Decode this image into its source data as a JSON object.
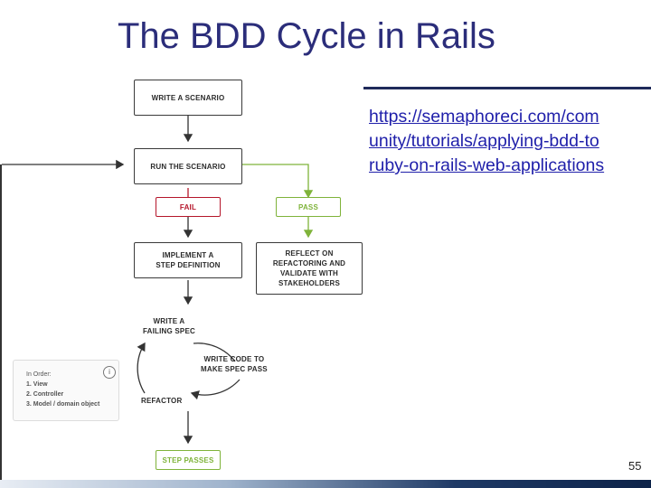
{
  "slide": {
    "title": "The BDD Cycle in Rails",
    "link_lines": [
      "https://semaphoreci.com/com",
      "unity/tutorials/applying-bdd-to",
      "ruby-on-rails-web-applications"
    ],
    "page_number": "55"
  },
  "diagram": {
    "write_scenario": "WRITE A SCENARIO",
    "run_scenario": "RUN THE SCENARIO",
    "fail": "FAIL",
    "pass": "PASS",
    "implement_step": [
      "IMPLEMENT A",
      "STEP DEFINITION"
    ],
    "reflect": [
      "REFLECT ON",
      "REFACTORING AND",
      "VALIDATE WITH",
      "STAKEHOLDERS"
    ],
    "write_failing_spec": [
      "WRITE A",
      "FAILING SPEC"
    ],
    "write_code": [
      "WRITE CODE TO",
      "MAKE SPEC PASS"
    ],
    "refactor": "REFACTOR",
    "step_passes": "STEP PASSES",
    "note": {
      "heading": "In Order:",
      "items": [
        "1. View",
        "2. Controller",
        "3. Model / domain object"
      ],
      "info_icon": "i"
    }
  },
  "colors": {
    "title": "#2b2d7a",
    "fail": "#b5162b",
    "pass": "#7fb33a",
    "link": "#1f1faa"
  }
}
